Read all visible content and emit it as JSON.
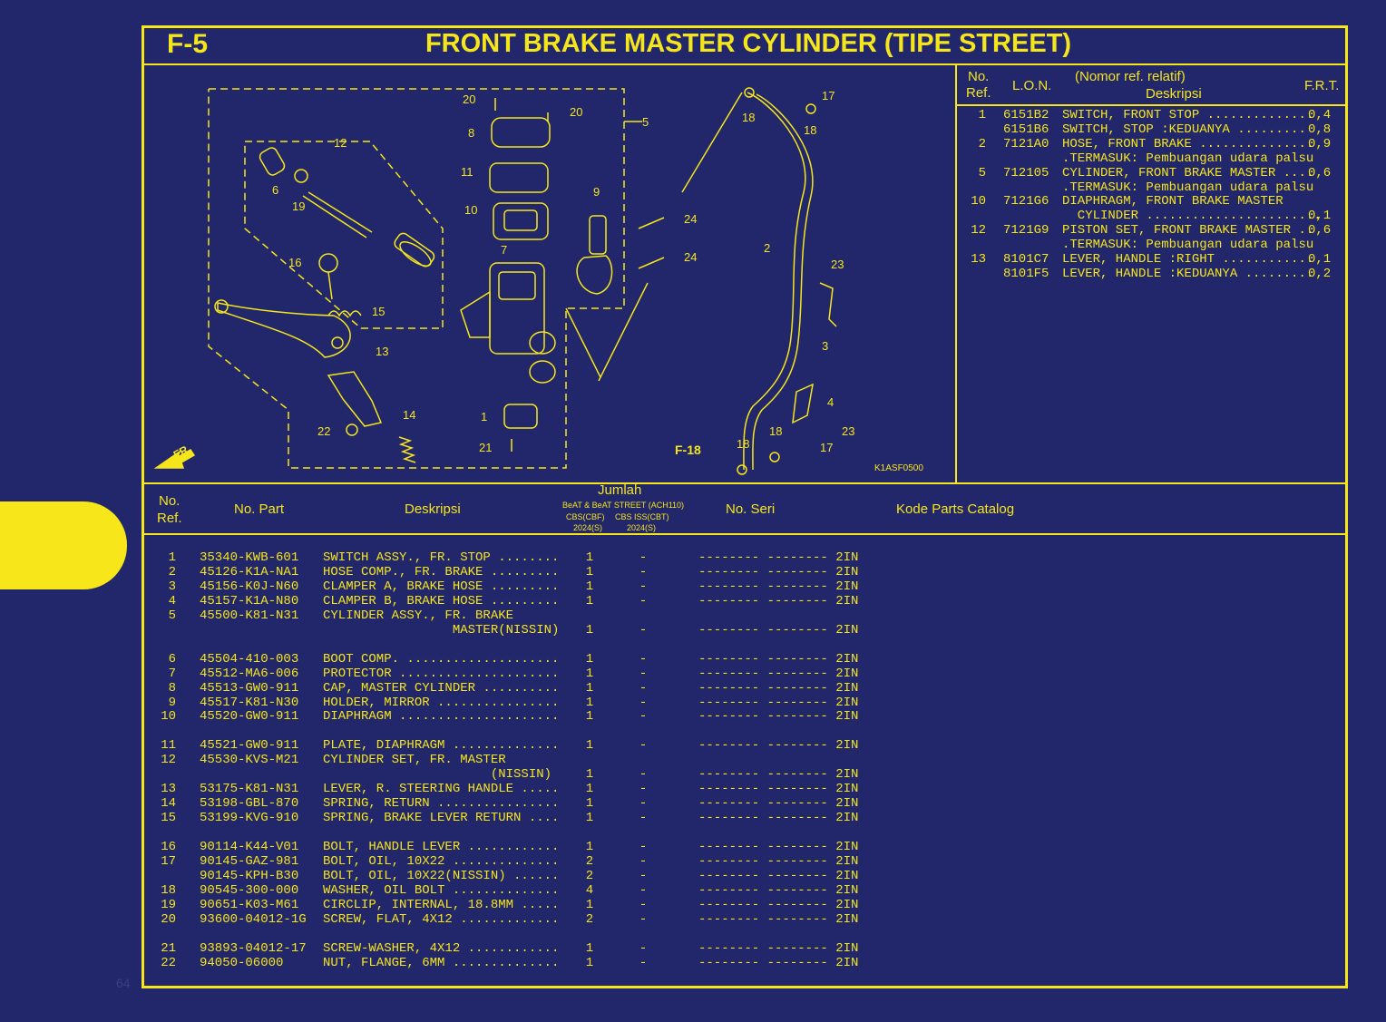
{
  "header": {
    "fig_code": "F-5",
    "title": "FRONT BRAKE MASTER CYLINDER (TIPE STREET)"
  },
  "diagram": {
    "callouts": [
      "20",
      "20",
      "5",
      "8",
      "11",
      "10",
      "9",
      "7",
      "12",
      "6",
      "19",
      "16",
      "15",
      "13",
      "14",
      "22",
      "1",
      "21",
      "24",
      "24",
      "17",
      "18",
      "18",
      "2",
      "23",
      "3",
      "4",
      "23",
      "18",
      "18",
      "17"
    ],
    "fr_label": "FR.",
    "ref_link": "F-18",
    "code": "K1ASF0500"
  },
  "relative_table": {
    "headers": {
      "no_ref_1": "No.",
      "no_ref_2": "Ref.",
      "lon": "L.O.N.",
      "nomor": "(Nomor ref. relatif)",
      "deskripsi": "Deskripsi",
      "frt": "F.R.T."
    },
    "rows": [
      {
        "no": "1",
        "lon": "6151B2",
        "desc": "SWITCH, FRONT STOP ..............",
        "frt": "0,4"
      },
      {
        "no": "",
        "lon": "6151B6",
        "desc": "SWITCH, STOP :KEDUANYA .........",
        "frt": "0,8"
      },
      {
        "no": "2",
        "lon": "7121A0",
        "desc": "HOSE, FRONT BRAKE ...............",
        "frt": "0,9"
      },
      {
        "no": "",
        "lon": "",
        "desc": ".TERMASUK: Pembuangan udara palsu",
        "frt": ""
      },
      {
        "no": "5",
        "lon": "712105",
        "desc": "CYLINDER, FRONT BRAKE MASTER ....",
        "frt": "0,6"
      },
      {
        "no": "",
        "lon": "",
        "desc": ".TERMASUK: Pembuangan udara palsu",
        "frt": ""
      },
      {
        "no": "10",
        "lon": "7121G6",
        "desc": "DIAPHRAGM, FRONT BRAKE MASTER",
        "frt": ""
      },
      {
        "no": "",
        "lon": "",
        "desc": "  CYLINDER .......................",
        "frt": "0,1"
      },
      {
        "no": "12",
        "lon": "7121G9",
        "desc": "PISTON SET, FRONT BRAKE MASTER ..",
        "frt": "0,6"
      },
      {
        "no": "",
        "lon": "",
        "desc": ".TERMASUK: Pembuangan udara palsu",
        "frt": ""
      },
      {
        "no": "13",
        "lon": "8101C7",
        "desc": "LEVER, HANDLE :RIGHT ............",
        "frt": "0,1"
      },
      {
        "no": "",
        "lon": "8101F5",
        "desc": "LEVER, HANDLE :KEDUANYA .........",
        "frt": "0,2"
      }
    ]
  },
  "parts_table": {
    "headers": {
      "no_ref_1": "No.",
      "no_ref_2": "Ref.",
      "no_part": "No. Part",
      "deskripsi": "Deskripsi",
      "jumlah": "Jumlah",
      "jumlah_sub": "BeAT & BeAT STREET (ACH110)",
      "col_a": "CBS(CBF)",
      "col_b": "CBS ISS(CBT)",
      "year_a": "2024(S)",
      "year_b": "2024(S)",
      "no_seri": "No. Seri",
      "kode": "Kode Parts Catalog"
    },
    "rows": [
      {
        "no": "1",
        "part": "35340-KWB-601",
        "desc": "SWITCH ASSY., FR. STOP ........",
        "qa": "1",
        "qb": "-",
        "seri": "-------- -------- 2IN"
      },
      {
        "no": "2",
        "part": "45126-K1A-NA1",
        "desc": "HOSE COMP., FR. BRAKE .........",
        "qa": "1",
        "qb": "-",
        "seri": "-------- -------- 2IN"
      },
      {
        "no": "3",
        "part": "45156-K0J-N60",
        "desc": "CLAMPER A, BRAKE HOSE .........",
        "qa": "1",
        "qb": "-",
        "seri": "-------- -------- 2IN"
      },
      {
        "no": "4",
        "part": "45157-K1A-N80",
        "desc": "CLAMPER B, BRAKE HOSE .........",
        "qa": "1",
        "qb": "-",
        "seri": "-------- -------- 2IN"
      },
      {
        "no": "5",
        "part": "45500-K81-N31",
        "desc": "CYLINDER ASSY., FR. BRAKE",
        "qa": "",
        "qb": "",
        "seri": ""
      },
      {
        "no": "",
        "part": "",
        "desc": "                 MASTER(NISSIN)",
        "qa": "1",
        "qb": "-",
        "seri": "-------- -------- 2IN"
      },
      {
        "no": "",
        "part": "",
        "desc": "",
        "qa": "",
        "qb": "",
        "seri": ""
      },
      {
        "no": "6",
        "part": "45504-410-003",
        "desc": "BOOT COMP. ....................",
        "qa": "1",
        "qb": "-",
        "seri": "-------- -------- 2IN"
      },
      {
        "no": "7",
        "part": "45512-MA6-006",
        "desc": "PROTECTOR .....................",
        "qa": "1",
        "qb": "-",
        "seri": "-------- -------- 2IN"
      },
      {
        "no": "8",
        "part": "45513-GW0-911",
        "desc": "CAP, MASTER CYLINDER ..........",
        "qa": "1",
        "qb": "-",
        "seri": "-------- -------- 2IN"
      },
      {
        "no": "9",
        "part": "45517-K81-N30",
        "desc": "HOLDER, MIRROR ................",
        "qa": "1",
        "qb": "-",
        "seri": "-------- -------- 2IN"
      },
      {
        "no": "10",
        "part": "45520-GW0-911",
        "desc": "DIAPHRAGM .....................",
        "qa": "1",
        "qb": "-",
        "seri": "-------- -------- 2IN"
      },
      {
        "no": "",
        "part": "",
        "desc": "",
        "qa": "",
        "qb": "",
        "seri": ""
      },
      {
        "no": "11",
        "part": "45521-GW0-911",
        "desc": "PLATE, DIAPHRAGM ..............",
        "qa": "1",
        "qb": "-",
        "seri": "-------- -------- 2IN"
      },
      {
        "no": "12",
        "part": "45530-KVS-M21",
        "desc": "CYLINDER SET, FR. MASTER",
        "qa": "",
        "qb": "",
        "seri": ""
      },
      {
        "no": "",
        "part": "",
        "desc": "                      (NISSIN)",
        "qa": "1",
        "qb": "-",
        "seri": "-------- -------- 2IN"
      },
      {
        "no": "13",
        "part": "53175-K81-N31",
        "desc": "LEVER, R. STEERING HANDLE .....",
        "qa": "1",
        "qb": "-",
        "seri": "-------- -------- 2IN"
      },
      {
        "no": "14",
        "part": "53198-GBL-870",
        "desc": "SPRING, RETURN ................",
        "qa": "1",
        "qb": "-",
        "seri": "-------- -------- 2IN"
      },
      {
        "no": "15",
        "part": "53199-KVG-910",
        "desc": "SPRING, BRAKE LEVER RETURN ....",
        "qa": "1",
        "qb": "-",
        "seri": "-------- -------- 2IN"
      },
      {
        "no": "",
        "part": "",
        "desc": "",
        "qa": "",
        "qb": "",
        "seri": ""
      },
      {
        "no": "16",
        "part": "90114-K44-V01",
        "desc": "BOLT, HANDLE LEVER ............",
        "qa": "1",
        "qb": "-",
        "seri": "-------- -------- 2IN"
      },
      {
        "no": "17",
        "part": "90145-GAZ-981",
        "desc": "BOLT, OIL, 10X22 ..............",
        "qa": "2",
        "qb": "-",
        "seri": "-------- -------- 2IN"
      },
      {
        "no": "",
        "part": "90145-KPH-B30",
        "desc": "BOLT, OIL, 10X22(NISSIN) ......",
        "qa": "2",
        "qb": "-",
        "seri": "-------- -------- 2IN"
      },
      {
        "no": "18",
        "part": "90545-300-000",
        "desc": "WASHER, OIL BOLT ..............",
        "qa": "4",
        "qb": "-",
        "seri": "-------- -------- 2IN"
      },
      {
        "no": "19",
        "part": "90651-K03-M61",
        "desc": "CIRCLIP, INTERNAL, 18.8MM .....",
        "qa": "1",
        "qb": "-",
        "seri": "-------- -------- 2IN"
      },
      {
        "no": "20",
        "part": "93600-04012-1G",
        "desc": "SCREW, FLAT, 4X12 .............",
        "qa": "2",
        "qb": "-",
        "seri": "-------- -------- 2IN"
      },
      {
        "no": "",
        "part": "",
        "desc": "",
        "qa": "",
        "qb": "",
        "seri": ""
      },
      {
        "no": "21",
        "part": "93893-04012-17",
        "desc": "SCREW-WASHER, 4X12 ............",
        "qa": "1",
        "qb": "-",
        "seri": "-------- -------- 2IN"
      },
      {
        "no": "22",
        "part": "94050-06000",
        "desc": "NUT, FLANGE, 6MM ..............",
        "qa": "1",
        "qb": "-",
        "seri": "-------- -------- 2IN"
      }
    ]
  },
  "page_number": "64"
}
